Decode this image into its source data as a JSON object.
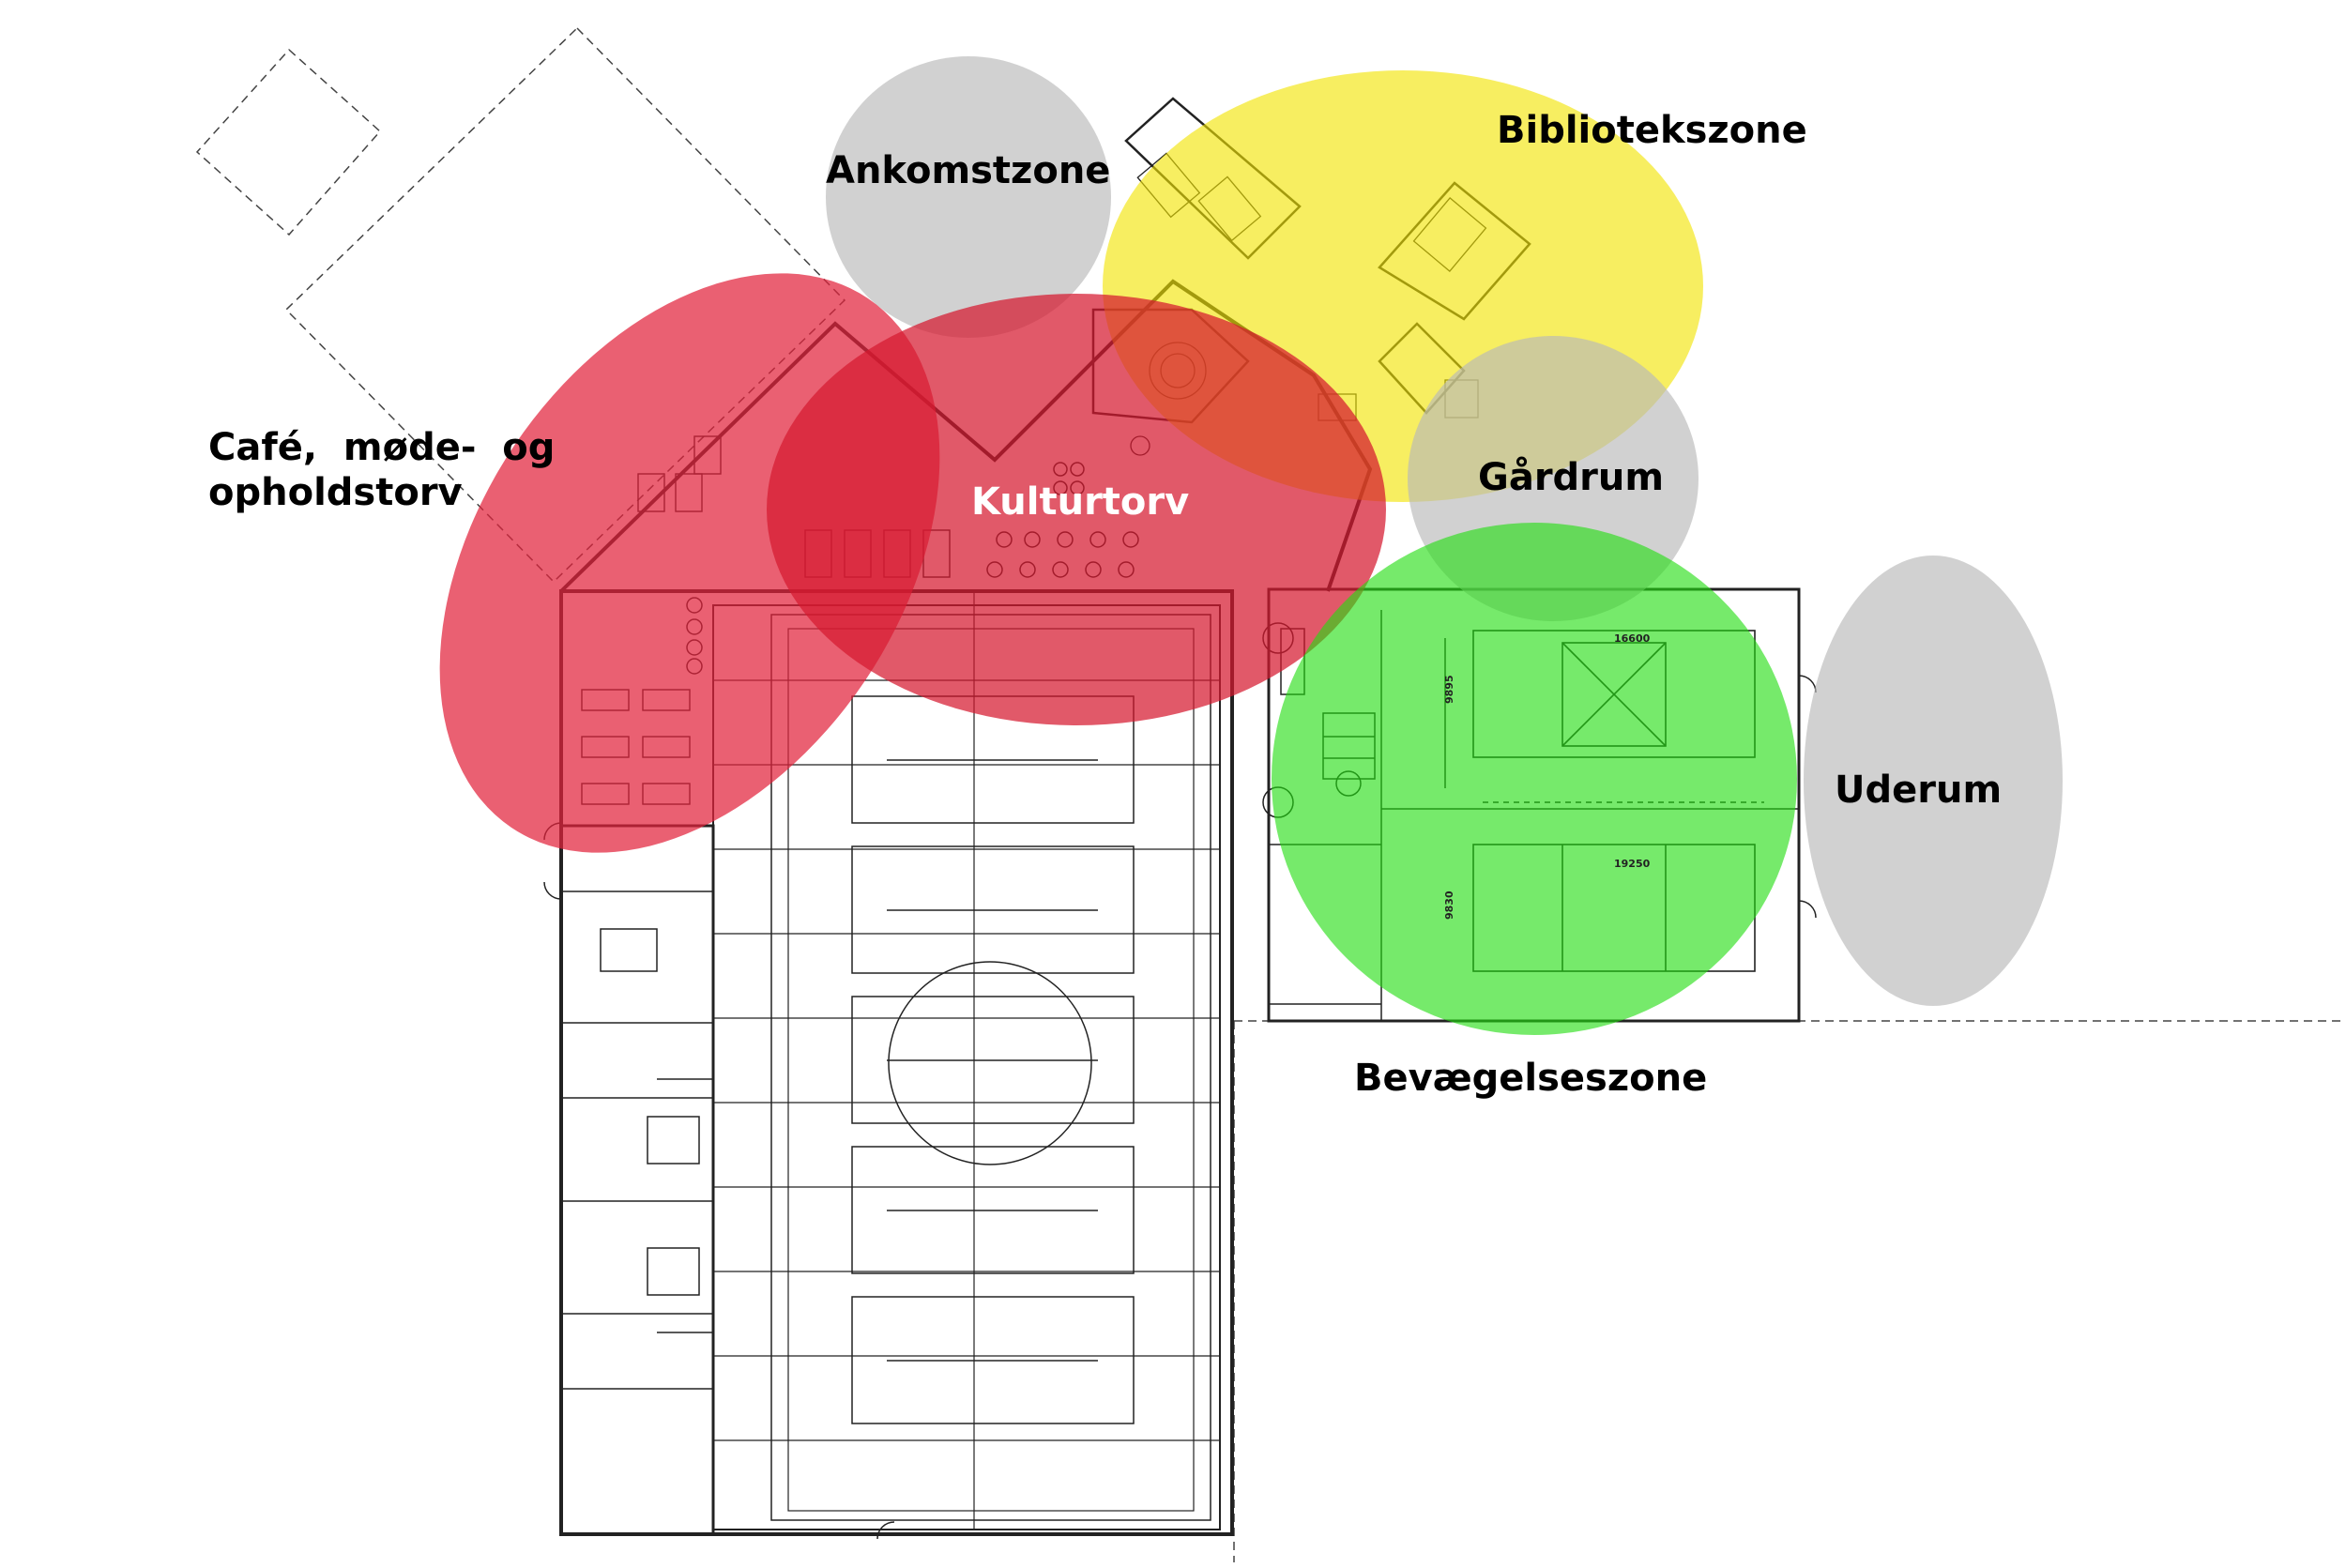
{
  "zones": [
    {
      "id": "ankomst",
      "label": "Ankomstzone",
      "color": "#b9b9b9"
    },
    {
      "id": "bibliotek",
      "label": "Bibliotekszone",
      "color": "#f2e400"
    },
    {
      "id": "cafe",
      "label_line1": "Café,  møde-  og",
      "label_line2": "opholdstorv",
      "color": "#e2233c"
    },
    {
      "id": "kultur",
      "label": "Kulturtorv",
      "color": "#d5192f"
    },
    {
      "id": "gaardrum",
      "label": "Gårdrum",
      "color": "#b9b9b9"
    },
    {
      "id": "uderum",
      "label": "Uderum",
      "color": "#b9b9b9"
    },
    {
      "id": "bevaegelse",
      "label": "Bevægelseszone",
      "color": "#22dd10"
    }
  ],
  "dimensions": {
    "d1": "16600",
    "d2": "19250",
    "d3": "9895",
    "d4": "9830"
  },
  "colors": {
    "line": "#222222",
    "label": "#000000",
    "label_on_red": "#ffffff"
  }
}
